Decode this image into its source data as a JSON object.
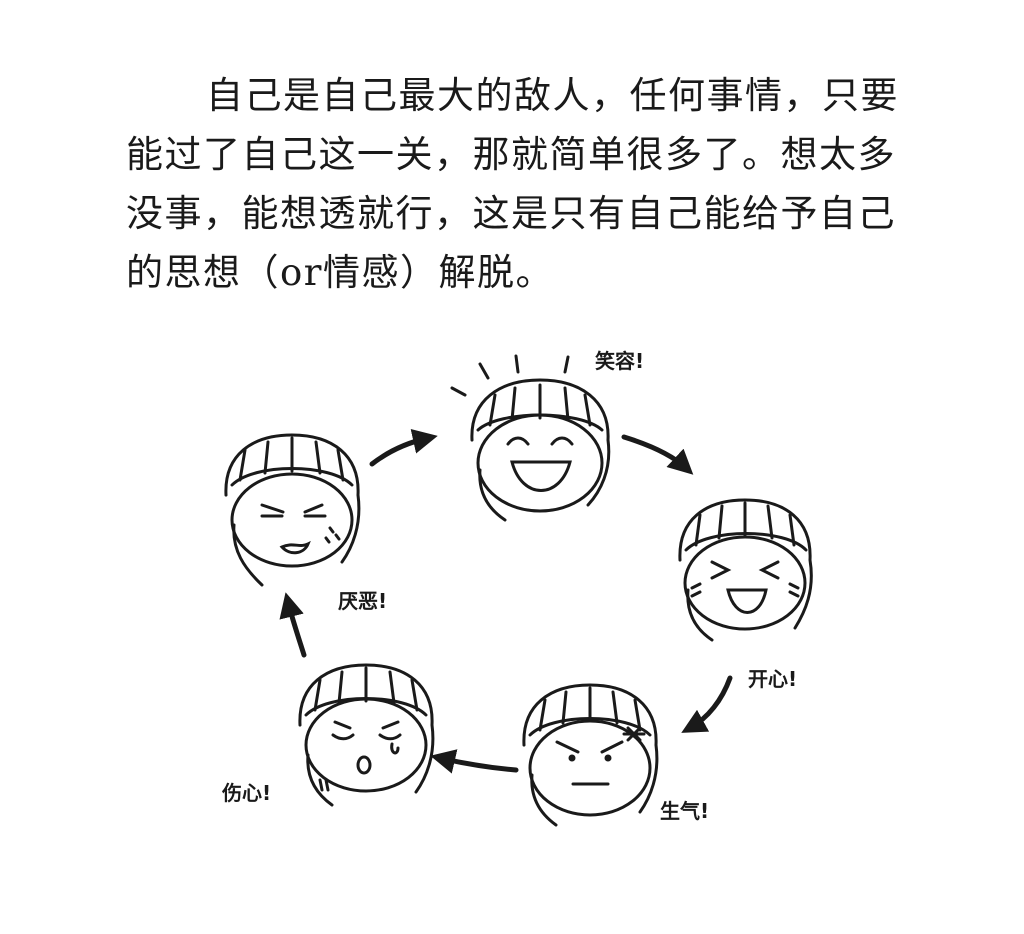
{
  "paragraph": {
    "lines": [
      "自己是自己最大的敌人，任何事情，只要",
      "能过了自己这一关，那就简单很多了。想太多",
      "没事，能想透就行，这是只有自己能给予自己",
      "的思想（or情感）解脱。"
    ]
  },
  "emotion_cycle": {
    "faces": [
      {
        "name": "smile",
        "label": "笑容!"
      },
      {
        "name": "happy",
        "label": "开心!"
      },
      {
        "name": "angry",
        "label": "生气!"
      },
      {
        "name": "sad",
        "label": "伤心!"
      },
      {
        "name": "disgust",
        "label": "厌恶!"
      }
    ],
    "icons": [
      "face-icon",
      "arrow-icon"
    ]
  }
}
